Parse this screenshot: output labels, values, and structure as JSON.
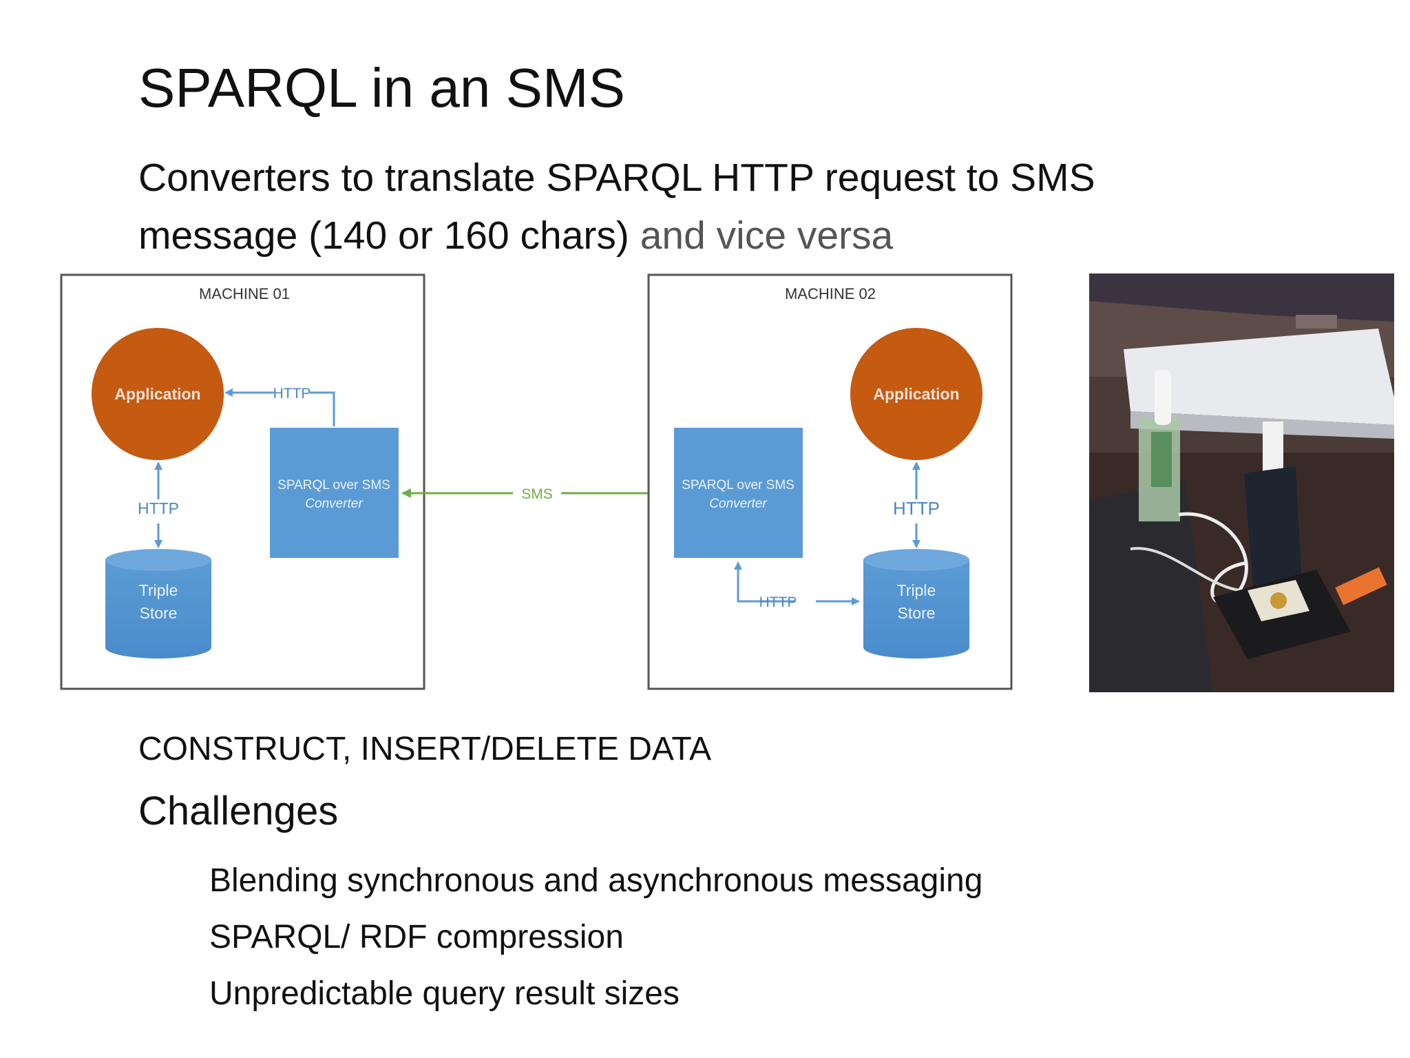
{
  "slide": {
    "title": "SPARQL in an SMS",
    "subtitle_main": "Converters to translate SPARQL HTTP request to SMS message (140 or 160 chars)",
    "subtitle_tail": " and vice versa",
    "operations": "CONSTRUCT, INSERT/DELETE DATA",
    "challenges_heading": "Challenges",
    "challenges": [
      "Blending synchronous and asynchronous messaging",
      "SPARQL/ RDF compression",
      "Unpredictable query result sizes"
    ]
  },
  "diagram": {
    "machine1": {
      "label": "MACHINE 01",
      "application": "Application",
      "converter_line1": "SPARQL over SMS",
      "converter_line2": "Converter",
      "store_line1": "Triple",
      "store_line2": "Store",
      "http_top": "HTTP",
      "http_side": "HTTP"
    },
    "machine2": {
      "label": "MACHINE 02",
      "application": "Application",
      "converter_line1": "SPARQL over SMS",
      "converter_line2": "Converter",
      "store_line1": "Triple",
      "store_line2": "Store",
      "http_side": "HTTP",
      "http_bottom": "HTTP"
    },
    "link_label": "SMS",
    "colors": {
      "application": "#c55a11",
      "converter": "#5b9bd5",
      "store": "#5b9bd5",
      "http_arrow": "#5b9bd5",
      "sms_arrow": "#70ad47",
      "box_border": "#555555"
    }
  },
  "photo": {
    "icon": "hardware-photo-icon"
  }
}
